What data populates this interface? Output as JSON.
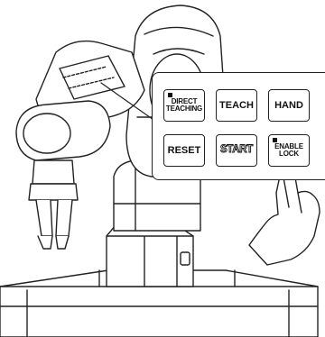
{
  "teach_panel": {
    "buttons": {
      "direct_teaching": "DIRECT\nTEACHING",
      "teach": "TEACH",
      "hand": "HAND",
      "reset": "RESET",
      "start": "START",
      "enable_lock": "ENABLE\nLOCK"
    }
  },
  "icons": [
    "robot-arm",
    "hand-pointer-icon",
    "led-indicator-icon"
  ]
}
